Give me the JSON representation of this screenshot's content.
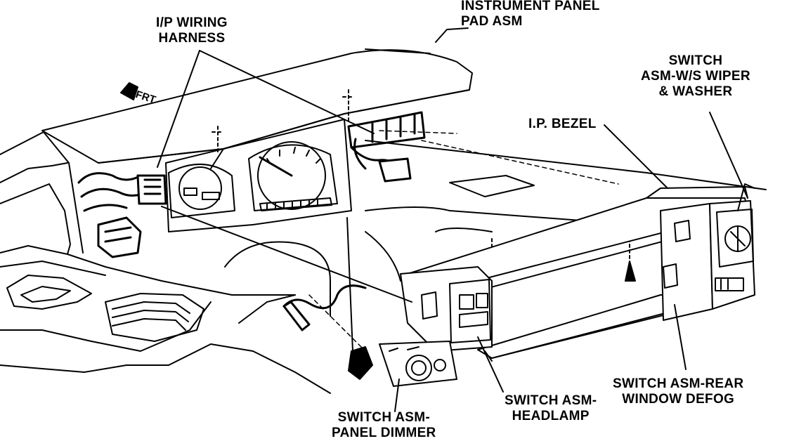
{
  "labels": {
    "ip_wiring_harness": [
      "I/P WIRING",
      "HARNESS"
    ],
    "instrument_panel_pad": [
      "INSTRUMENT PANEL",
      "PAD ASM"
    ],
    "wiper_switch": [
      "SWITCH",
      "ASM-W/S WIPER",
      "& WASHER"
    ],
    "ip_bezel": [
      "I.P. BEZEL"
    ],
    "rear_defog_switch": [
      "SWITCH ASM-REAR",
      "WINDOW DEFOG"
    ],
    "headlamp_switch": [
      "SWITCH ASM-",
      "HEADLAMP"
    ],
    "panel_dimmer_switch": [
      "SWITCH ASM-",
      "PANEL DIMMER"
    ]
  },
  "front_marker": "FRT"
}
